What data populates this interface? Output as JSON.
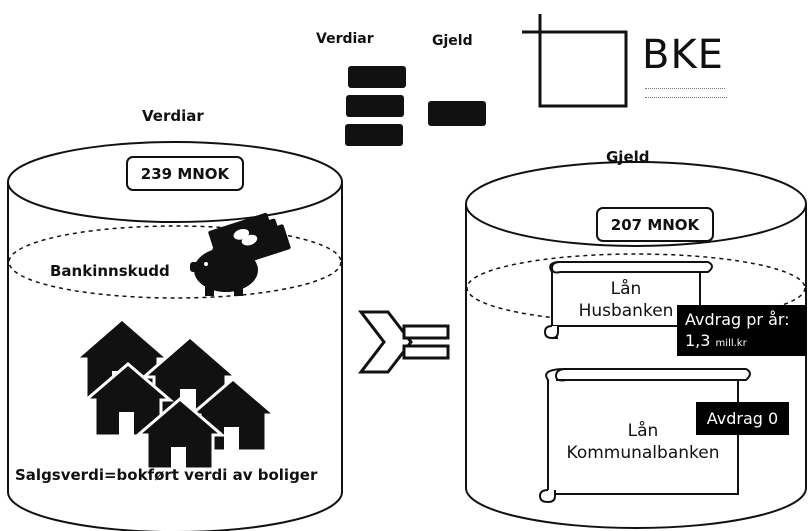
{
  "legend": {
    "verdiar_label": "Verdiar",
    "gjeld_label": "Gjeld"
  },
  "logo": {
    "name": "BKE"
  },
  "left_cylinder": {
    "title": "Verdiar",
    "value": "239 MNOK",
    "bank_label": "Bankinnskudd",
    "bottom_label": "Salgsverdi=bokført verdi av boliger"
  },
  "right_cylinder": {
    "title": "Gjeld",
    "value": "207 MNOK",
    "loan1": {
      "line1": "Lån",
      "line2": "Husbanken"
    },
    "loan2": {
      "line1": "Lån",
      "line2": "Kommunalbanken"
    },
    "callout1": {
      "line1": "Avdrag pr år:",
      "value": "1,3",
      "unit": "mill.kr"
    },
    "callout2": {
      "text": "Avdrag 0"
    }
  },
  "relation_symbol": ">="
}
